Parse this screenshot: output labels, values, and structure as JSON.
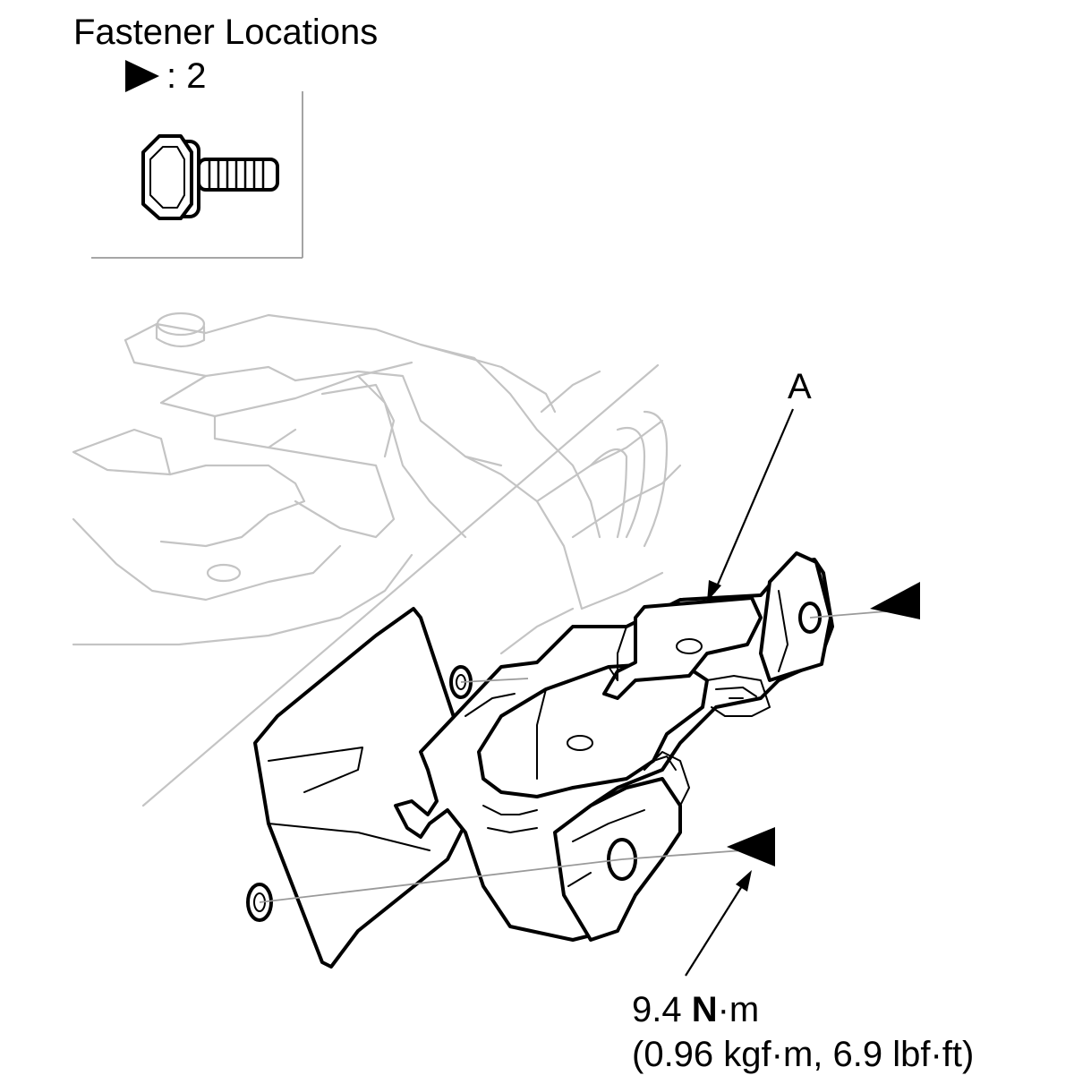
{
  "header": {
    "title": "Fastener Locations",
    "count_text": ": 2"
  },
  "callout": {
    "label": "A"
  },
  "torque": {
    "value_prefix": "9.4 ",
    "unit_bold": "N",
    "unit_rest": "·m",
    "alt_units": "(0.96 kgf·m, 6.9 lbf·ft)"
  },
  "icons": [
    "fastener-marker-icon",
    "flange-bolt-icon",
    "arrowhead-icon"
  ]
}
